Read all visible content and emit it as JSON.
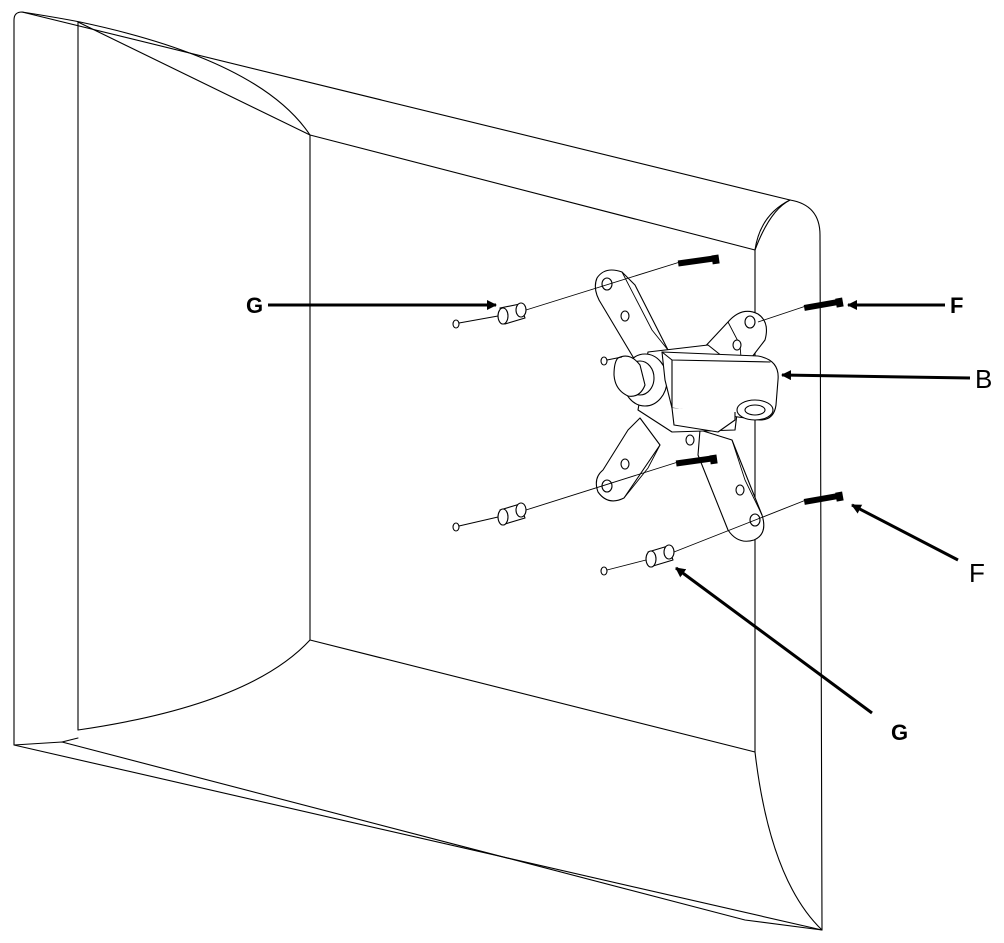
{
  "labels": {
    "g_top": "G",
    "f_top": "F",
    "b": "B",
    "f_bottom": "F",
    "g_bottom": "G"
  }
}
